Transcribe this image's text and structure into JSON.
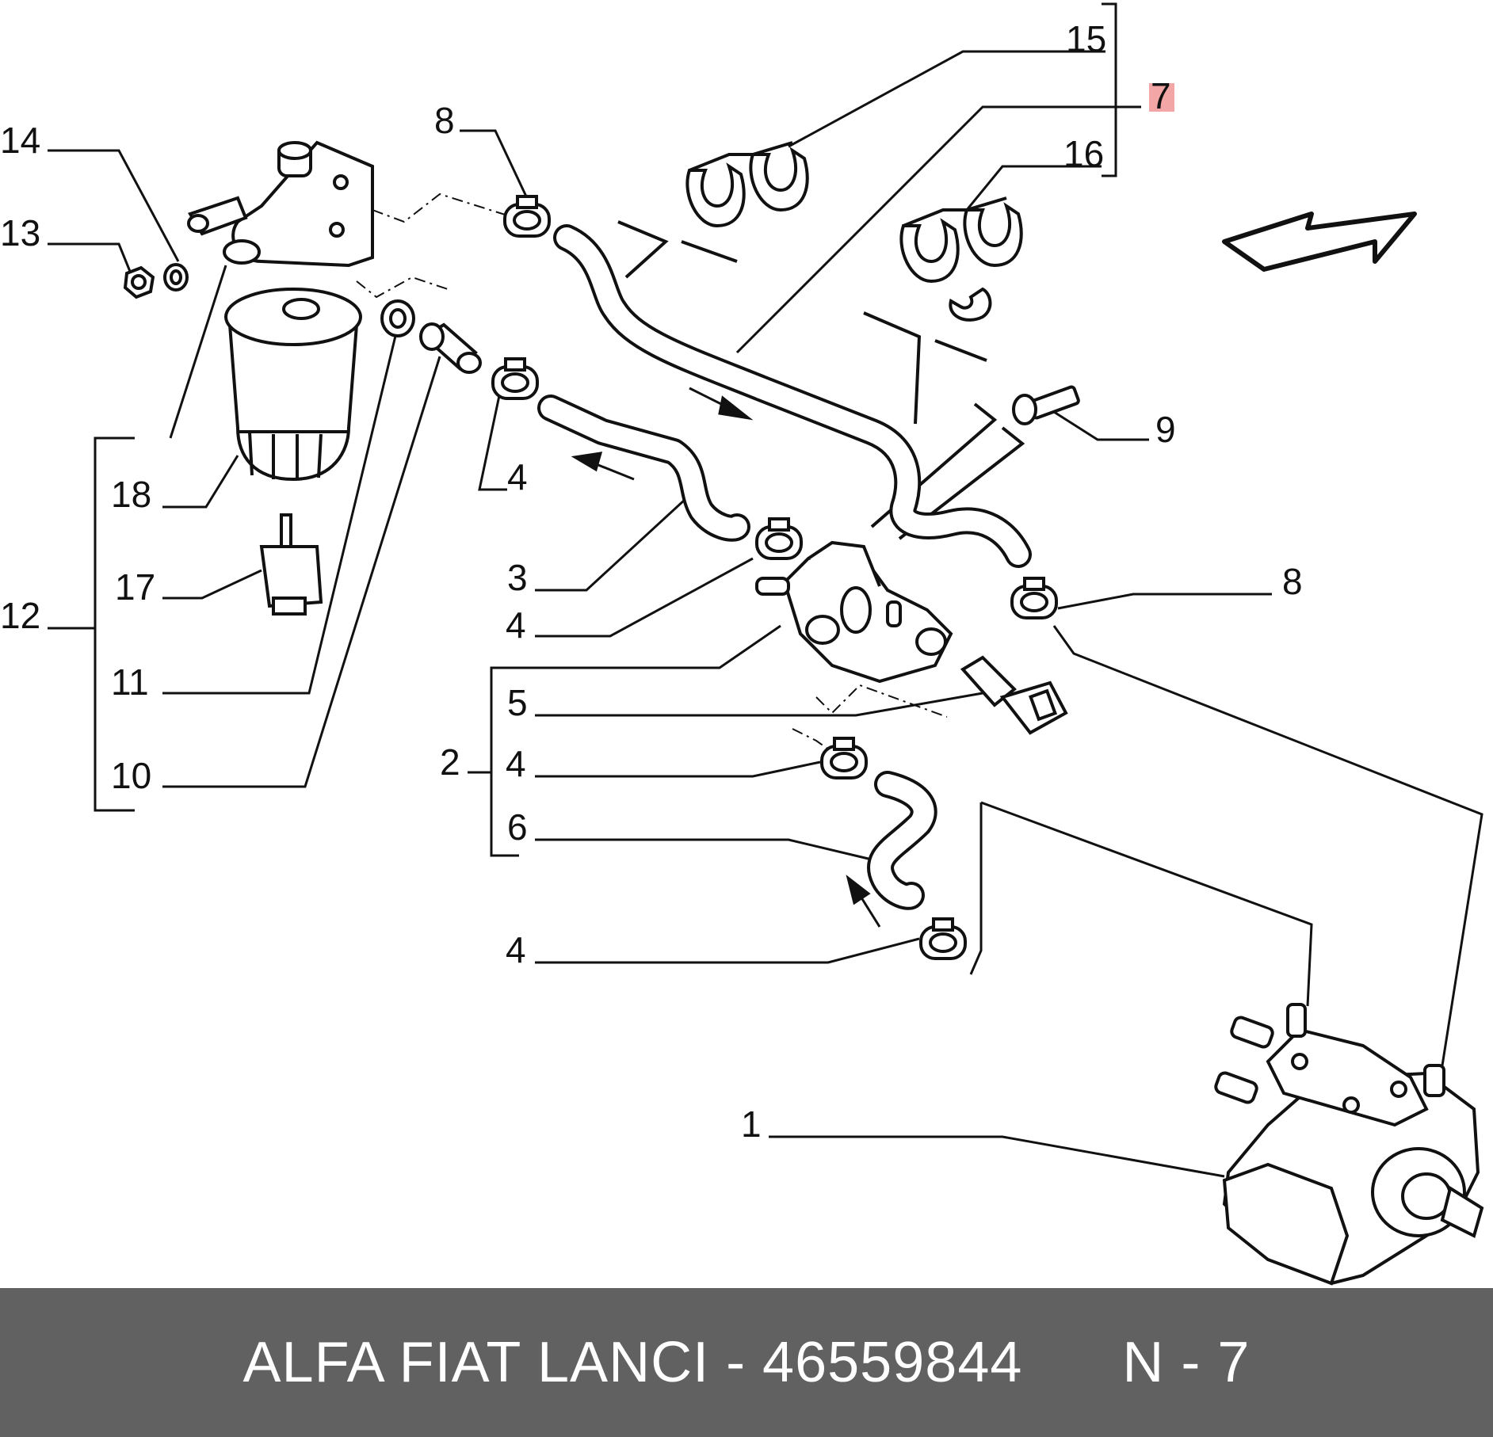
{
  "callouts": {
    "c1": "1",
    "c2": "2",
    "c3": "3",
    "c4a": "4",
    "c4b": "4",
    "c4c": "4",
    "c4d": "4",
    "c5": "5",
    "c6": "6",
    "c7": "7",
    "c8a": "8",
    "c8b": "8",
    "c9": "9",
    "c10": "10",
    "c11": "11",
    "c12": "12",
    "c13": "13",
    "c14": "14",
    "c15": "15",
    "c16": "16",
    "c17": "17",
    "c18": "18"
  },
  "highlight": {
    "part": "7",
    "color": "#f2a6a6"
  },
  "footer": {
    "text": "ALFA FIAT LANCI - 46559844      N - 7",
    "background": "#616161",
    "text_color": "#ffffff"
  }
}
